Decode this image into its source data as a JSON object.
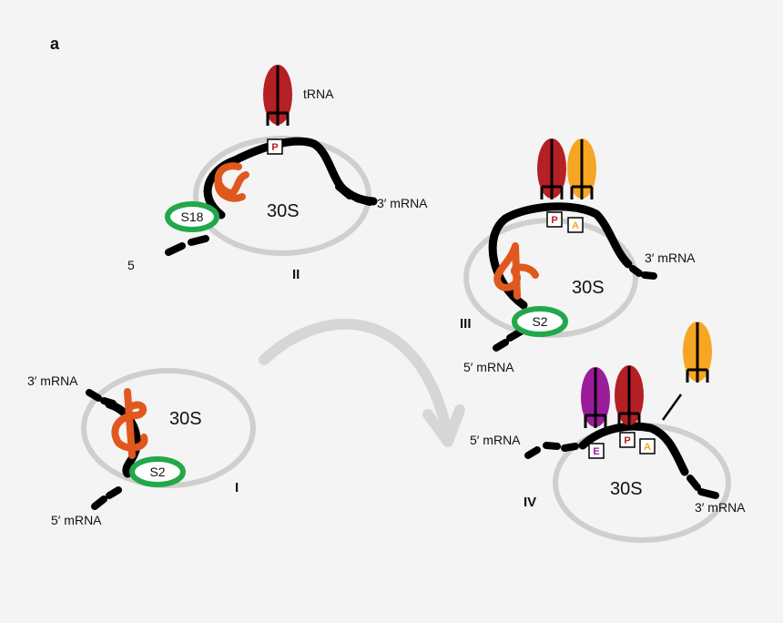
{
  "panel_label": "a",
  "colors": {
    "ribosome": "#cfcfcf",
    "mrna": "#000000",
    "trna_p": "#b52025",
    "trna_a": "#f6a623",
    "trna_e": "#9b1c9b",
    "protein": "#e0581e",
    "s_protein": "#22a84a"
  },
  "stage_I": {
    "roman": "I",
    "subunit": "30S",
    "protein": "S2",
    "mrna_3": "3′ mRNA",
    "mrna_5": "5′ mRNA"
  },
  "stage_II": {
    "roman": "II",
    "subunit": "30S",
    "protein": "S18",
    "trna": "tRNA",
    "p_site": "P",
    "mrna_3": "3′ mRNA",
    "mrna_5": "5"
  },
  "stage_III": {
    "roman": "III",
    "subunit": "30S",
    "protein": "S2",
    "p_site": "P",
    "a_site": "A",
    "mrna_3": "3′ mRNA",
    "mrna_5": "5′ mRNA"
  },
  "stage_IV": {
    "roman": "IV",
    "subunit": "30S",
    "e_site": "E",
    "p_site": "P",
    "a_site": "A",
    "mrna_3": "3′ mRNA",
    "mrna_5": "5′ mRNA"
  }
}
